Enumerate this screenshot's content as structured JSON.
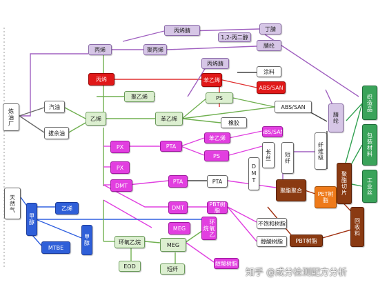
{
  "nodes": {
    "oil_refinery": "炼油厂",
    "natural_gas": "天然气",
    "gasoline": "汽油",
    "raffinate": "拔余油",
    "ethylene": "乙烯",
    "propylene": "丙烯",
    "polypropylene": "聚丙烯",
    "acrylonitrile_top": "丙烯腈",
    "rubber_top": "丁腈",
    "propylene_glycol": "1,2-丙二醇",
    "polyethylene": "聚乙烯",
    "ethylbenzene": "苯乙烯",
    "acrylic_fiber": "腈纶",
    "acrylonitrile": "丙烯腈",
    "coating": "涂料",
    "ps": "PS",
    "abs_san": "ABS/SAN",
    "rubber": "橡胶",
    "polyester_fiber": "腈纶",
    "px": "PX",
    "pta": "PTA",
    "dmt": "DMT",
    "polyester_resin": "聚酯聚合",
    "pet": "PET树脂",
    "meg": "MEG",
    "eo": "环氧乙烷",
    "eod": "EOD",
    "methanol": "甲醇",
    "mtbe": "MTBE",
    "pbt": "PBT树脂",
    "unsaturated": "不饱和树脂",
    "alkyd": "醇酸树脂",
    "recycle": "回收料",
    "filament": "长丝",
    "staple": "短纤",
    "staple2": "短纤",
    "fiber_grade": "纤维级",
    "polyester_chips": "聚酯切片",
    "right_1": "织造品",
    "right_2": "包装材料",
    "right_3": "工业丝"
  },
  "watermark": "知乎 @成分检测配方分析"
}
